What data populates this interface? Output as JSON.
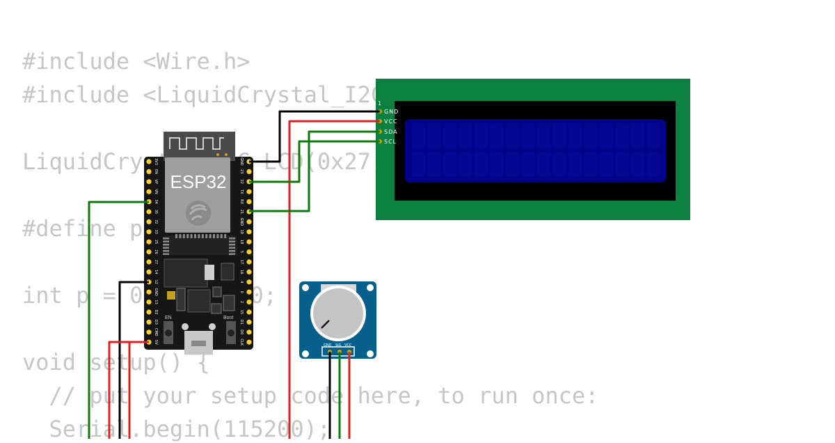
{
  "code_lines": [
    "#include <Wire.h>",
    "#include <LiquidCrystal_I2C.h>",
    "",
    "LiquidCrystal_I2C LCD(0x27, 16, 2);",
    "",
    "#define pot 34",
    "",
    "int p = 0, val = 0;",
    "",
    "void setup() {",
    "  // put your setup code here, to run once:",
    "  Serial.begin(115200);"
  ],
  "esp32": {
    "chip_label": "ESP32",
    "en_label": "EN",
    "boot_label": "Boot",
    "left_pins": [
      "3V3",
      "EN",
      "VP",
      "VN",
      "34",
      "35",
      "32",
      "33",
      "25",
      "26",
      "27",
      "14",
      "12",
      "GND",
      "13",
      "D2",
      "D3",
      "CMD",
      "5V"
    ],
    "right_pins": [
      "GND",
      "23",
      "22",
      "TX",
      "RX",
      "21",
      "GND",
      "19",
      "18",
      "5",
      "17",
      "16",
      "4",
      "0",
      "2",
      "15",
      "D1",
      "D0",
      "CLK"
    ]
  },
  "lcd": {
    "pin1_label": "1",
    "pins": [
      "GND",
      "VCC",
      "SDA",
      "SCL"
    ]
  },
  "potentiometer": {
    "pins": [
      "GND",
      "SIG",
      "VCC"
    ]
  },
  "colors": {
    "wire_black": "#000000",
    "wire_red": "#e02020",
    "wire_green": "#0b7a0b",
    "lcd_pcb": "#0b8040",
    "lcd_screen": "#03038a",
    "pot_pcb": "#075f8c",
    "esp_board": "#161616",
    "pin_yellow": "#f5d030"
  }
}
